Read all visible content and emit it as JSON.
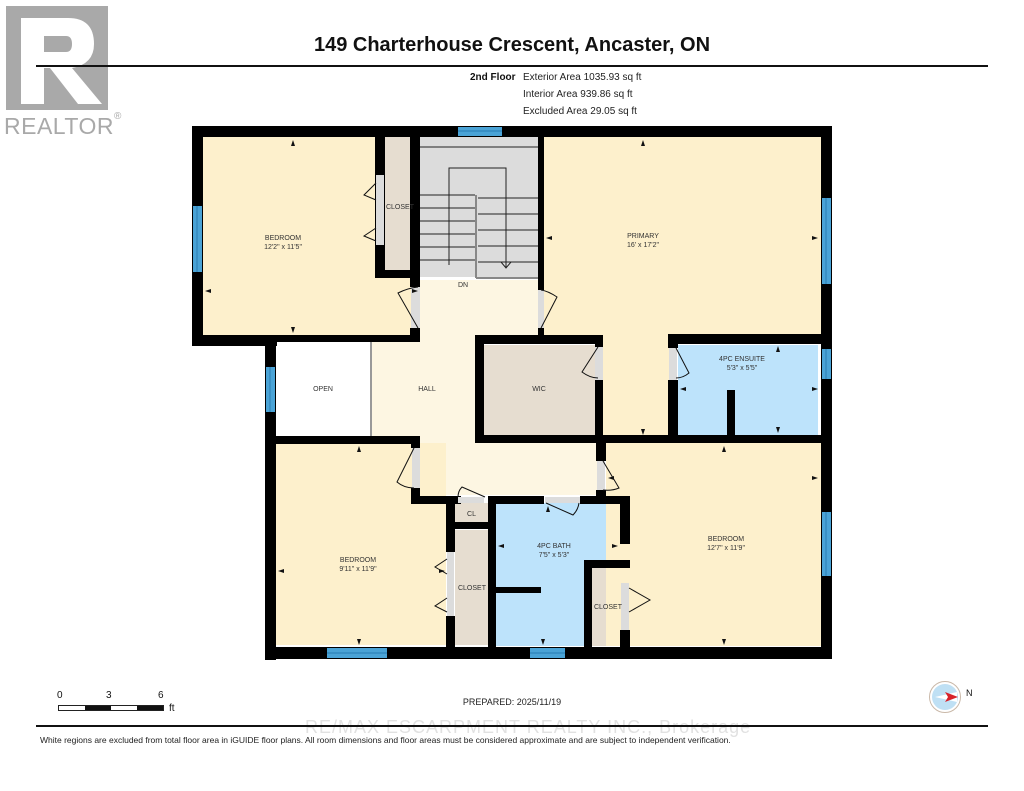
{
  "logo": {
    "text": "REALTOR",
    "mark": "®"
  },
  "header": {
    "title": "149 Charterhouse Crescent, Ancaster, ON",
    "floor": "2nd Floor",
    "areas": [
      "Exterior Area 1035.93 sq ft",
      "Interior Area 939.86 sq ft",
      "Excluded Area 29.05 sq ft"
    ]
  },
  "colors": {
    "wall": "#000000",
    "bedroom": "#fdf0cc",
    "hall": "#fdf6e2",
    "closet": "#e6ddd0",
    "bath": "#bde3fb",
    "stairs": "#dcdcdc",
    "window": "#4aa3d6",
    "excluded": "#ffffff"
  },
  "rooms": {
    "bedroom_nw": {
      "name": "BEDROOM",
      "dims": "12'2\" x 11'5\""
    },
    "closet_nw": {
      "name": "CLOSET"
    },
    "stairs": {
      "name": "DN"
    },
    "primary": {
      "name": "PRIMARY",
      "dims": "16' x 17'2\""
    },
    "open": {
      "name": "OPEN"
    },
    "hall": {
      "name": "HALL"
    },
    "wic": {
      "name": "WIC"
    },
    "ensuite": {
      "name": "4PC ENSUITE",
      "dims": "5'3\" x 5'5\""
    },
    "bedroom_sw": {
      "name": "BEDROOM",
      "dims": "9'11\" x 11'9\""
    },
    "cl": {
      "name": "CL"
    },
    "closet_sw": {
      "name": "CLOSET"
    },
    "bath": {
      "name": "4PC BATH",
      "dims": "7'5\" x 5'3\""
    },
    "closet_se": {
      "name": "CLOSET"
    },
    "bedroom_se": {
      "name": "BEDROOM",
      "dims": "12'7\" x 11'9\""
    }
  },
  "scale": {
    "ticks": [
      "0",
      "3",
      "6"
    ],
    "unit": "ft"
  },
  "prepared": "PREPARED: 2025/11/19",
  "compass": {
    "label": "N"
  },
  "watermark": "RE/MAX ESCARPMENT REALTY INC., Brokerage",
  "disclaimer": "White regions are excluded from total floor area in iGUIDE floor plans. All room dimensions and floor areas must be considered approximate and are subject to independent verification."
}
